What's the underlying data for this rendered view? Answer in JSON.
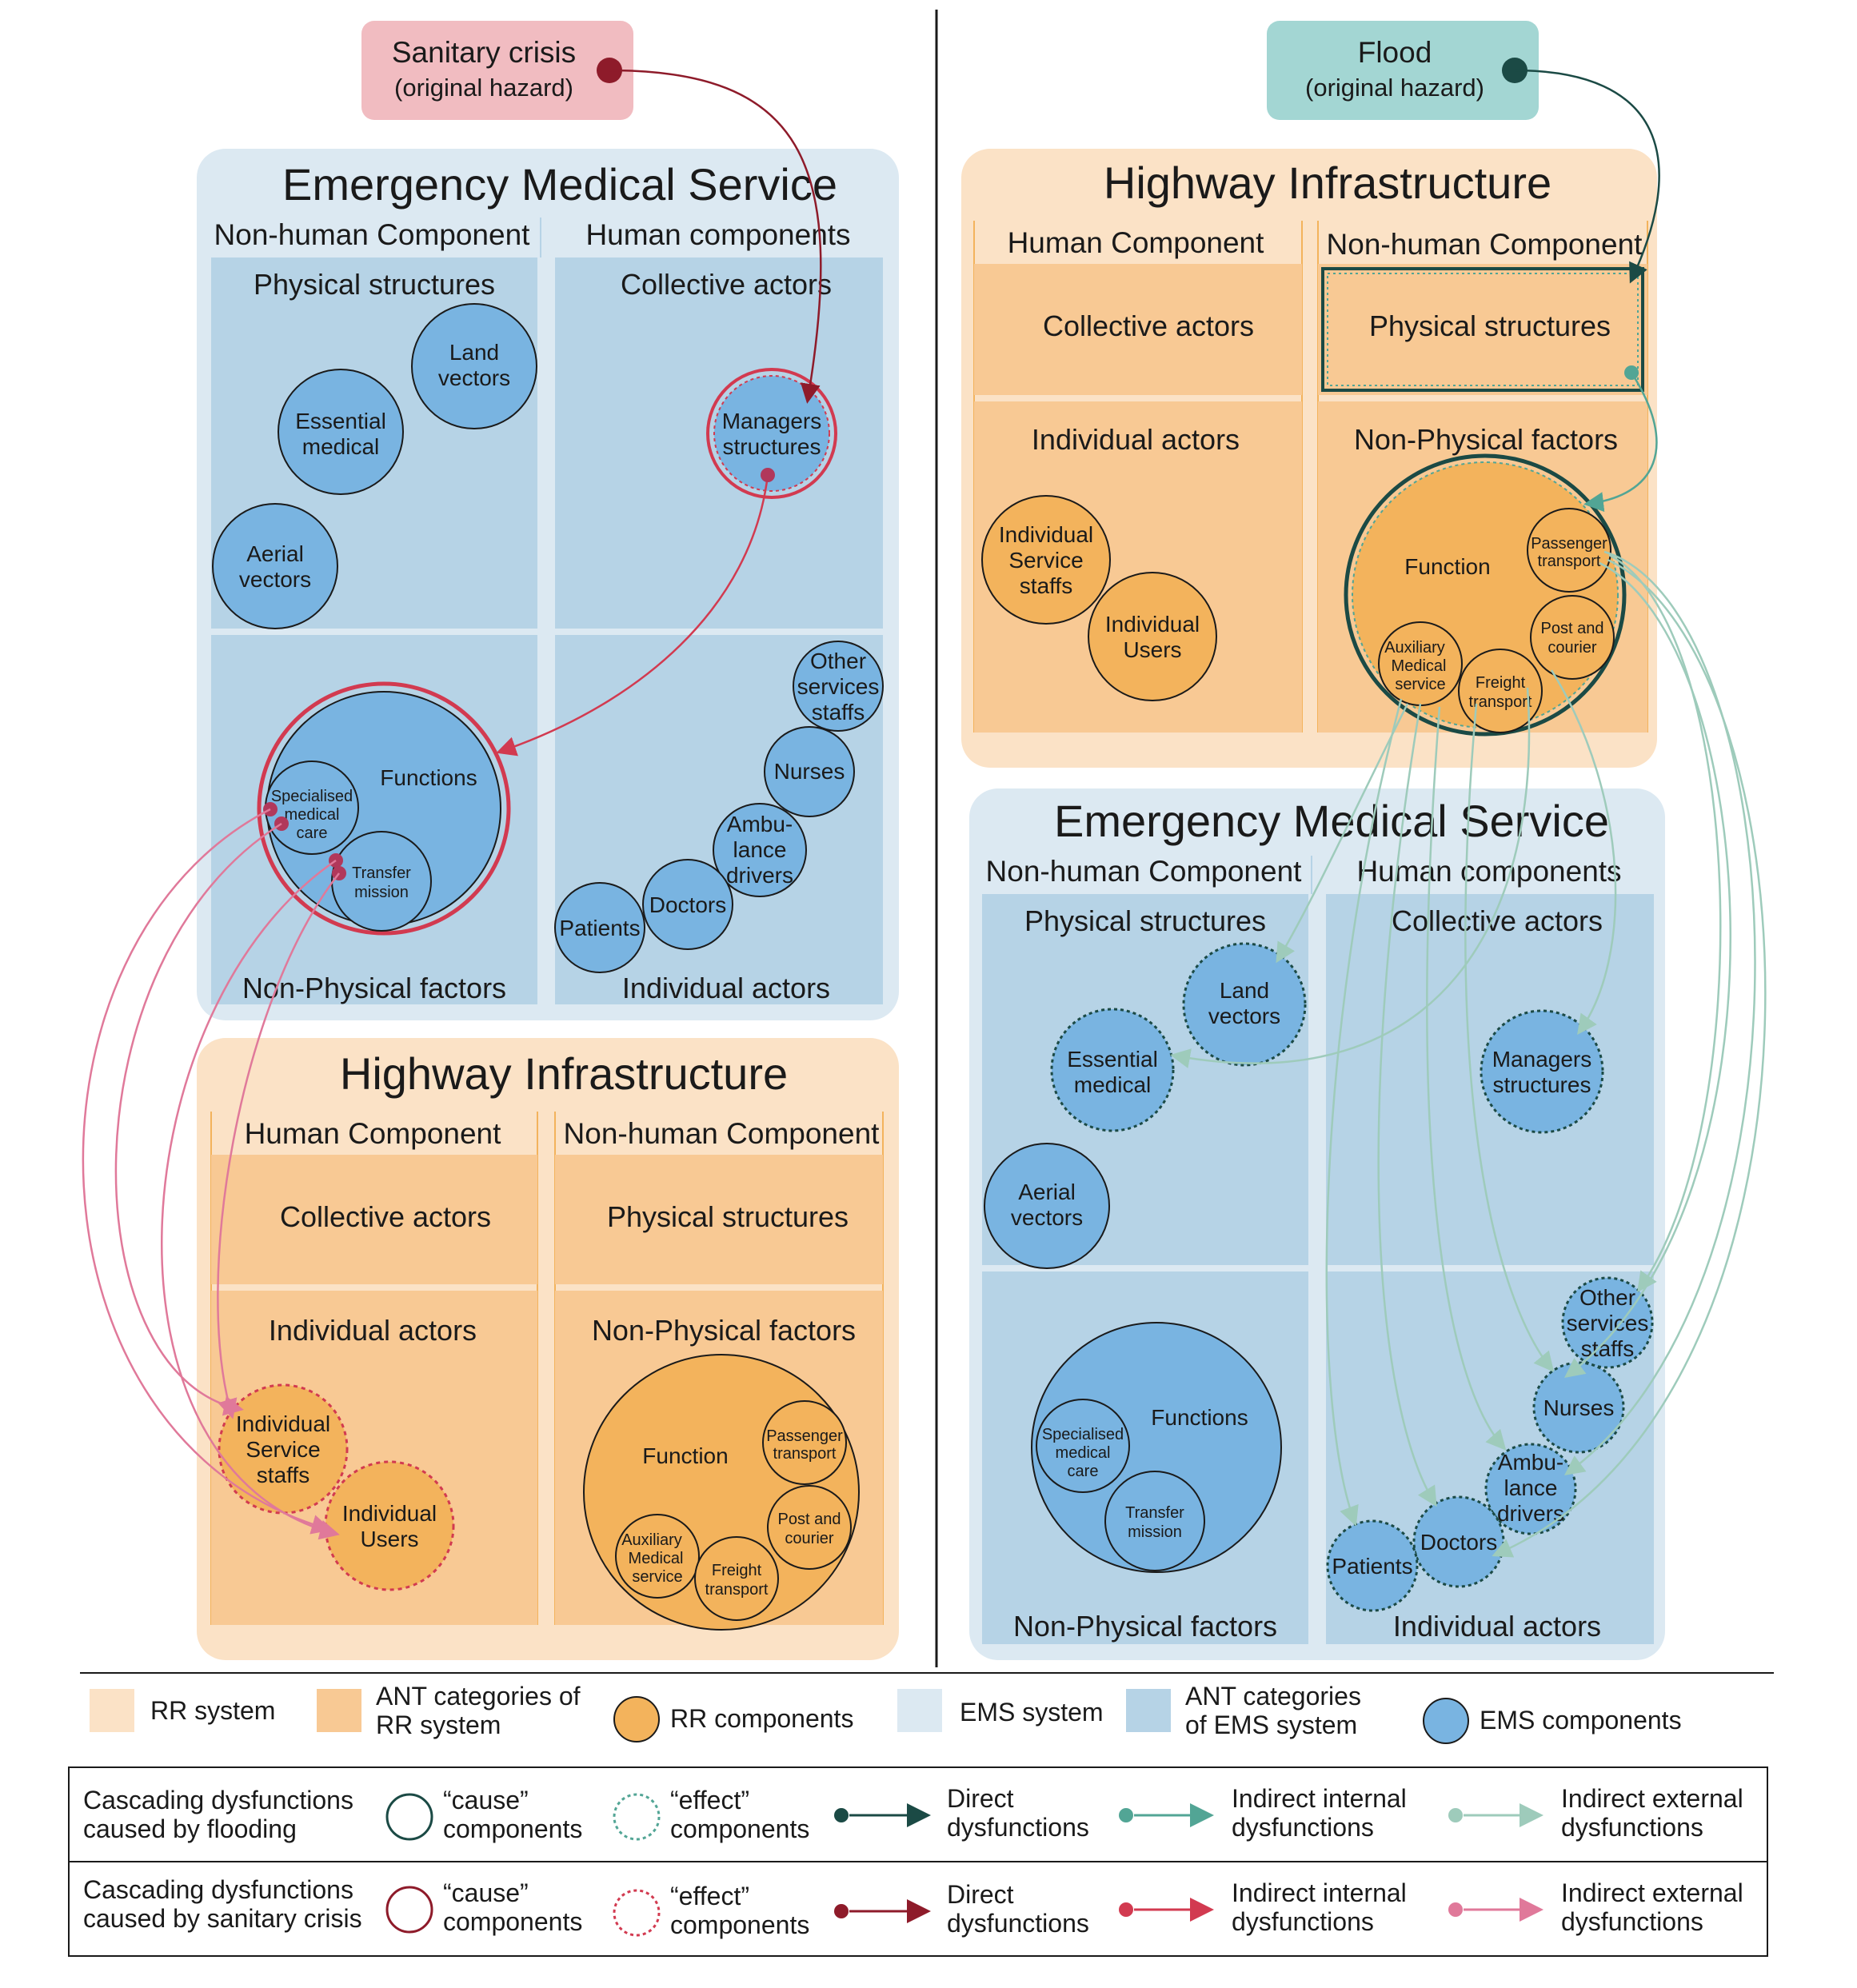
{
  "hazards": {
    "sanitary": {
      "line1": "Sanitary crisis",
      "line2": "(original hazard)"
    },
    "flood": {
      "line1": "Flood",
      "line2": "(original hazard)"
    }
  },
  "left": {
    "ems": {
      "title": "Emergency Medical Service",
      "col_left": "Non-human Component",
      "col_right": "Human components",
      "physical": "Physical structures",
      "collective": "Collective actors",
      "nonphysical": "Non-Physical factors",
      "individual": "Individual actors",
      "land": [
        "Land",
        "vectors"
      ],
      "essential": [
        "Essential",
        "medical"
      ],
      "aerial": [
        "Aerial",
        "vectors"
      ],
      "managers": [
        "Managers",
        "structures"
      ],
      "functions": "Functions",
      "specialised": [
        "Specialised",
        "medical",
        "care"
      ],
      "transfer": [
        "Transfer",
        "mission"
      ],
      "other": [
        "Other",
        "services",
        "staffs"
      ],
      "nurses": "Nurses",
      "ambulance": [
        "Ambu-",
        "lance",
        "drivers"
      ],
      "doctors": "Doctors",
      "patients": "Patients"
    },
    "hi": {
      "title": "Highway Infrastructure",
      "col_left": "Human Component",
      "col_right": "Non-human Component",
      "collective": "Collective actors",
      "physical": "Physical structures",
      "individual": "Individual actors",
      "nonphysical": "Non-Physical factors",
      "staffs": [
        "Individual",
        "Service",
        "staffs"
      ],
      "users": [
        "Individual",
        "Users"
      ],
      "function": "Function",
      "passenger": [
        "Passenger",
        "transport"
      ],
      "post": [
        "Post and",
        "courier"
      ],
      "auxiliary": [
        "Auxiliary",
        "Medical",
        "service"
      ],
      "freight": [
        "Freight",
        "transport"
      ]
    }
  },
  "right": {
    "hi": {
      "title": "Highway Infrastructure",
      "col_left": "Human Component",
      "col_right": "Non-human Component",
      "collective": "Collective actors",
      "physical": "Physical structures",
      "individual": "Individual actors",
      "nonphysical": "Non-Physical factors",
      "staffs": [
        "Individual",
        "Service",
        "staffs"
      ],
      "users": [
        "Individual",
        "Users"
      ],
      "function": "Function",
      "passenger": [
        "Passenger",
        "transport"
      ],
      "post": [
        "Post and",
        "courier"
      ],
      "auxiliary": [
        "Auxiliary",
        "Medical",
        "service"
      ],
      "freight": [
        "Freight",
        "transport"
      ]
    },
    "ems": {
      "title": "Emergency Medical Service",
      "col_left": "Non-human Component",
      "col_right": "Human components",
      "physical": "Physical structures",
      "collective": "Collective actors",
      "nonphysical": "Non-Physical factors",
      "individual": "Individual actors",
      "land": [
        "Land",
        "vectors"
      ],
      "essential": [
        "Essential",
        "medical"
      ],
      "aerial": [
        "Aerial",
        "vectors"
      ],
      "managers": [
        "Managers",
        "structures"
      ],
      "functions": "Functions",
      "specialised": [
        "Specialised",
        "medical",
        "care"
      ],
      "transfer": [
        "Transfer",
        "mission"
      ],
      "other": [
        "Other",
        "services",
        "staffs"
      ],
      "nurses": "Nurses",
      "ambulance": [
        "Ambu-",
        "lance",
        "drivers"
      ],
      "doctors": "Doctors",
      "patients": "Patients"
    }
  },
  "legend": {
    "rr_system": "RR system",
    "ant_rr": [
      "ANT categories of",
      "RR system"
    ],
    "rr_components": "RR components",
    "ems_system": "EMS system",
    "ant_ems": [
      "ANT categories",
      "of EMS system"
    ],
    "ems_components": "EMS components",
    "flood_row": [
      "Cascading dysfunctions",
      "caused by flooding"
    ],
    "sanitary_row": [
      "Cascading dysfunctions",
      "caused by sanitary crisis"
    ],
    "cause": [
      "“cause”",
      "components"
    ],
    "effect": [
      "“effect”",
      "components"
    ],
    "direct": [
      "Direct",
      "dysfunctions"
    ],
    "indirect_internal": [
      "Indirect internal",
      "dysfunctions"
    ],
    "indirect_external": [
      "Indirect external",
      "dysfunctions"
    ]
  },
  "colors": {
    "rr_system": "#fbe2c6",
    "rr_category": "#f8c994",
    "rr_component": "#f3b35c",
    "ems_system": "#dce9f2",
    "ems_category": "#b6d3e6",
    "ems_component": "#79b4e1",
    "flood_dark": "#1b4a45",
    "flood_internal": "#52a595",
    "flood_external": "#9ecbbb",
    "sanitary_dark": "#8e1b2a",
    "sanitary_internal": "#d23a50",
    "sanitary_external": "#e0799a",
    "sanitary_box": "#f1bcc1",
    "flood_box": "#a3d6d3"
  }
}
